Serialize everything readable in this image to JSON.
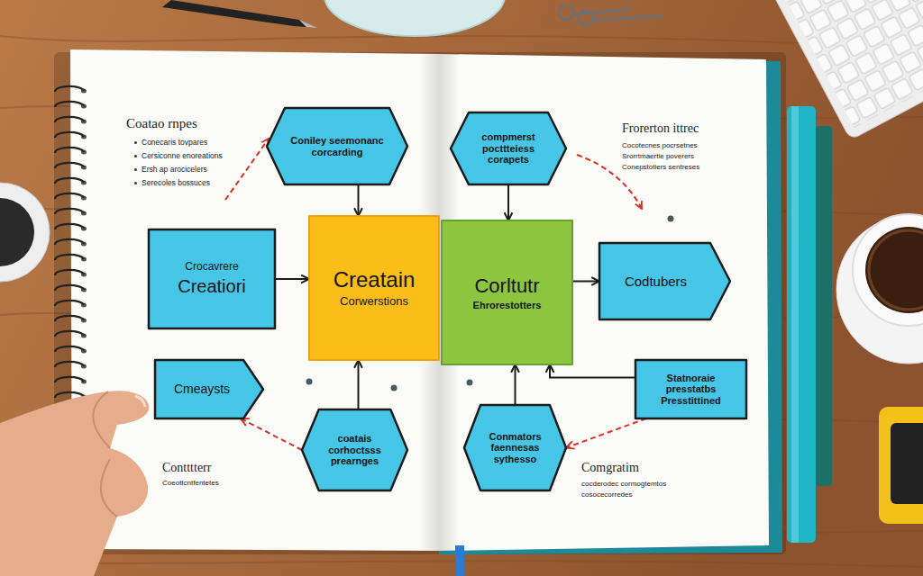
{
  "diagram": {
    "nodes": [
      {
        "text": [
          "Coniley seemonanc corcarding"
        ]
      },
      {
        "text": [
          "compmerst pocttteiess corapets"
        ]
      },
      {
        "text": [
          "Crocavrere",
          "Creatiori"
        ]
      },
      {
        "text": [
          "Creatain",
          "Corwerstions"
        ]
      },
      {
        "text": [
          "Corltutr",
          "Ehrorestotters"
        ]
      },
      {
        "text": [
          "Codtubers"
        ]
      },
      {
        "text": [
          "Cmeaysts"
        ]
      },
      {
        "text": [
          "coatais corhoctsss prearnges"
        ]
      },
      {
        "text": [
          "Conmators faennesas sythesso"
        ]
      },
      {
        "text": [
          "Statnoraie presstatbs Presstittined"
        ]
      }
    ],
    "edges": [
      {
        "from": 0,
        "to": 3,
        "arrow": "to"
      },
      {
        "from": 1,
        "to": 4,
        "arrow": "to"
      },
      {
        "from": 2,
        "to": 3,
        "arrow": "to"
      },
      {
        "from": 4,
        "to": 5,
        "arrow": "to"
      },
      {
        "from": 7,
        "to": 3,
        "arrow": "to"
      },
      {
        "from": 8,
        "to": 4,
        "arrow": "to"
      },
      {
        "from": 9,
        "to": 4,
        "arrow": "to"
      },
      {
        "from": 7,
        "to": 6,
        "arrow": "to"
      },
      {
        "from": 9,
        "to": 8,
        "arrow": "to"
      }
    ],
    "labels": [
      "Coatao rnpes",
      "Conecaris tovpares",
      "Cersiconne enoreations",
      "Ersh ap arocicelers",
      "Serecoles bossuces",
      "Frorerton ittrec",
      "Cocotecnes pocrsetnes",
      "Srorrtmaertie poverers",
      "Conepstotiers sentreses",
      "Contttterr",
      "Coeottcntfentetes",
      "Comgratim",
      "cocderodec cormogtemtos",
      "cosocecorredes"
    ]
  }
}
